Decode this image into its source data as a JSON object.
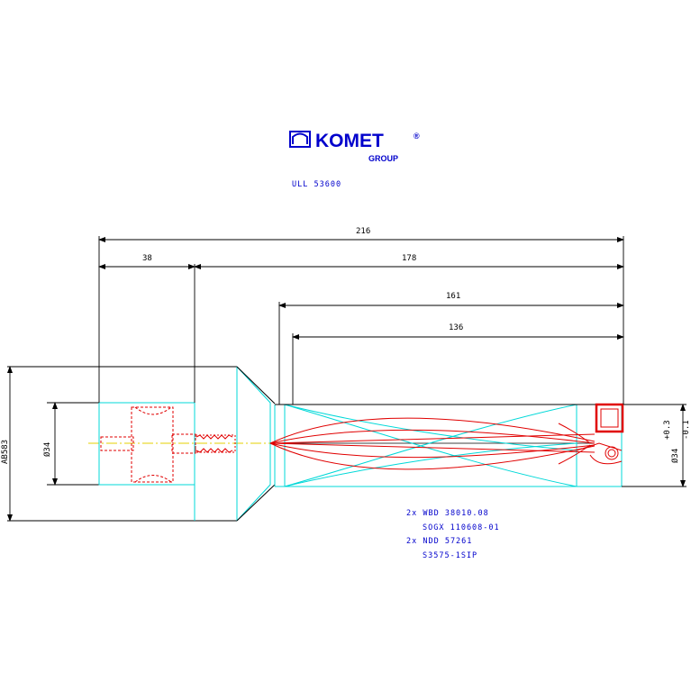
{
  "header": {
    "logo_text": "KOMET",
    "logo_reg": "®",
    "logo_sub": "GROUP",
    "article_no": "ULL 53600"
  },
  "dimensions": {
    "overall_length": "216",
    "shank_length": "38",
    "body_length": "178",
    "flute_length": "161",
    "usable_length": "136",
    "shank_diameter": "Ø34",
    "flange_diameter": "AB583",
    "cut_diameter": "Ø34",
    "cut_tol_upper": "+0.3",
    "cut_tol_lower": "-0.1"
  },
  "parts": [
    "2x WBD 38010.08",
    "SOGX 110608-01",
    "2x NDD 57261",
    "S3575-1SIP"
  ],
  "colors": {
    "outline": "#00d8d8",
    "hidden": "#e00000",
    "dimension": "#000000",
    "text_blue": "#0000cc",
    "centerline": "#e6d200"
  }
}
